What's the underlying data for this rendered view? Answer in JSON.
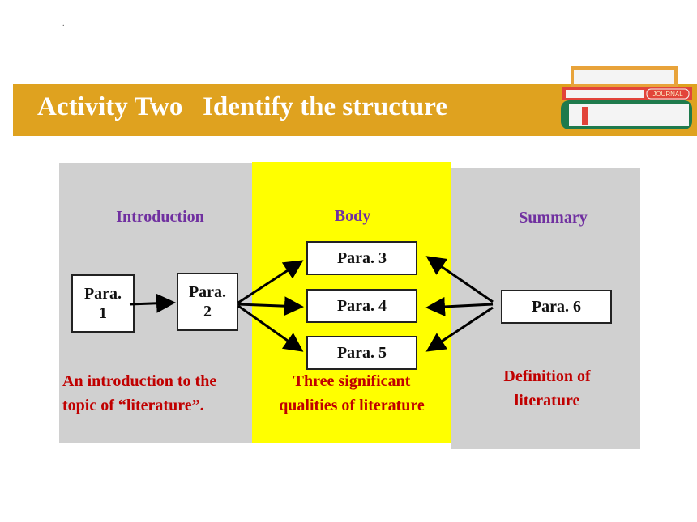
{
  "dot": ".",
  "banner": {
    "title": "Activity Two   Identify the structure"
  },
  "icon": {
    "journal_label": "JOURNAL"
  },
  "sections": {
    "introduction": "Introduction",
    "body": "Body",
    "summary": "Summary"
  },
  "paras": {
    "p1": "Para.\n1",
    "p2": "Para.\n2",
    "p3": "Para. 3",
    "p4": "Para. 4",
    "p5": "Para. 5",
    "p6": "Para. 6"
  },
  "descriptions": {
    "introduction": "An introduction to the\ntopic of “literature”.",
    "body": "Three significant\nqualities of literature",
    "summary": "Definition of\nliterature"
  },
  "colors": {
    "banner": "#DFA21F",
    "heading": "#7030A0",
    "description": "#C00000",
    "body_panel": "#FFFF00",
    "side_panel": "#D0D0D0"
  }
}
